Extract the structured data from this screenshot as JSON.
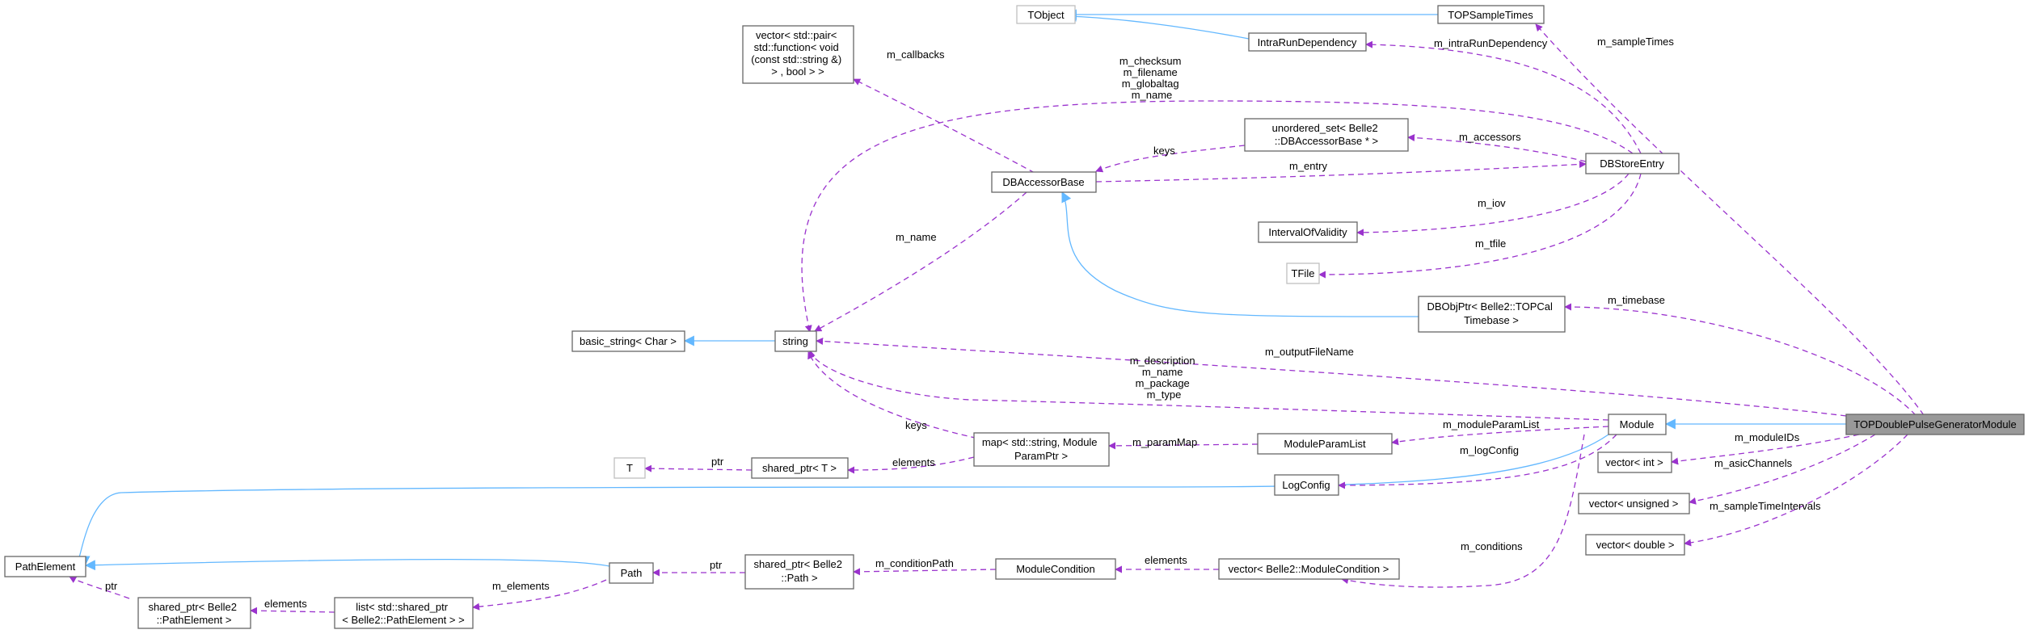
{
  "nodes": {
    "tobject": "TObject",
    "topsampletimes": "TOPSampleTimes",
    "intrarundependency": "IntraRunDependency",
    "vector_pair": [
      "vector< std::pair<",
      "std::function< void",
      "(const std::string &)",
      "> , bool > >"
    ],
    "unordered_set": [
      "unordered_set< Belle2",
      "::DBAccessorBase * >"
    ],
    "dbstoreentry": "DBStoreEntry",
    "dbaccessorbase": "DBAccessorBase",
    "intervalofvalidity": "IntervalOfValidity",
    "tfile": "TFile",
    "dbobjptr": [
      "DBObjPtr< Belle2::TOPCal",
      "Timebase >"
    ],
    "basic_string": "basic_string< Char >",
    "string": "string",
    "module": "Module",
    "topdoublepulse": "TOPDoublePulseGeneratorModule",
    "moduleparamlist": "ModuleParamList",
    "map": [
      "map< std::string, Module",
      "ParamPtr >"
    ],
    "t": "T",
    "shared_ptr_t": "shared_ptr< T >",
    "logconfig": "LogConfig",
    "vector_int": "vector< int >",
    "vector_unsigned": "vector< unsigned >",
    "vector_double": "vector< double >",
    "pathelement": "PathElement",
    "path": "Path",
    "shared_ptr_path": [
      "shared_ptr< Belle2",
      "::Path >"
    ],
    "modulecondition": "ModuleCondition",
    "vector_modulecondition": "vector< Belle2::ModuleCondition >",
    "shared_ptr_pathelement": [
      "shared_ptr< Belle2",
      "::PathElement >"
    ],
    "list_pathelement": [
      "list< std::shared_ptr",
      "< Belle2::PathElement > >"
    ]
  },
  "edge_labels": {
    "sampletimes": "m_sampleTimes",
    "intrarundependency": "m_intraRunDependency",
    "callbacks": "m_callbacks",
    "dbstore_string": [
      "m_checksum",
      "m_filename",
      "m_globaltag",
      "m_name"
    ],
    "accessors": "m_accessors",
    "keys_set": "keys",
    "entry": "m_entry",
    "iov": "m_iov",
    "tfile": "m_tfile",
    "name_dbaccessor": "m_name",
    "timebase": "m_timebase",
    "outputfilename": "m_outputFileName",
    "module_string": [
      "m_description",
      "m_name",
      "m_package",
      "m_type"
    ],
    "keys_map": "keys",
    "moduleparamlist": "m_moduleParamList",
    "parammap": "m_paramMap",
    "ptr_t": "ptr",
    "elements_map": "elements",
    "logconfig": "m_logConfig",
    "moduleids": "m_moduleIDs",
    "asicchannels": "m_asicChannels",
    "sampletimeintervals": "m_sampleTimeIntervals",
    "conditions": "m_conditions",
    "elements_condition": "elements",
    "conditionpath": "m_conditionPath",
    "ptr_path": "ptr",
    "m_elements": "m_elements",
    "elements_list": "elements",
    "ptr_pathelement": "ptr"
  }
}
